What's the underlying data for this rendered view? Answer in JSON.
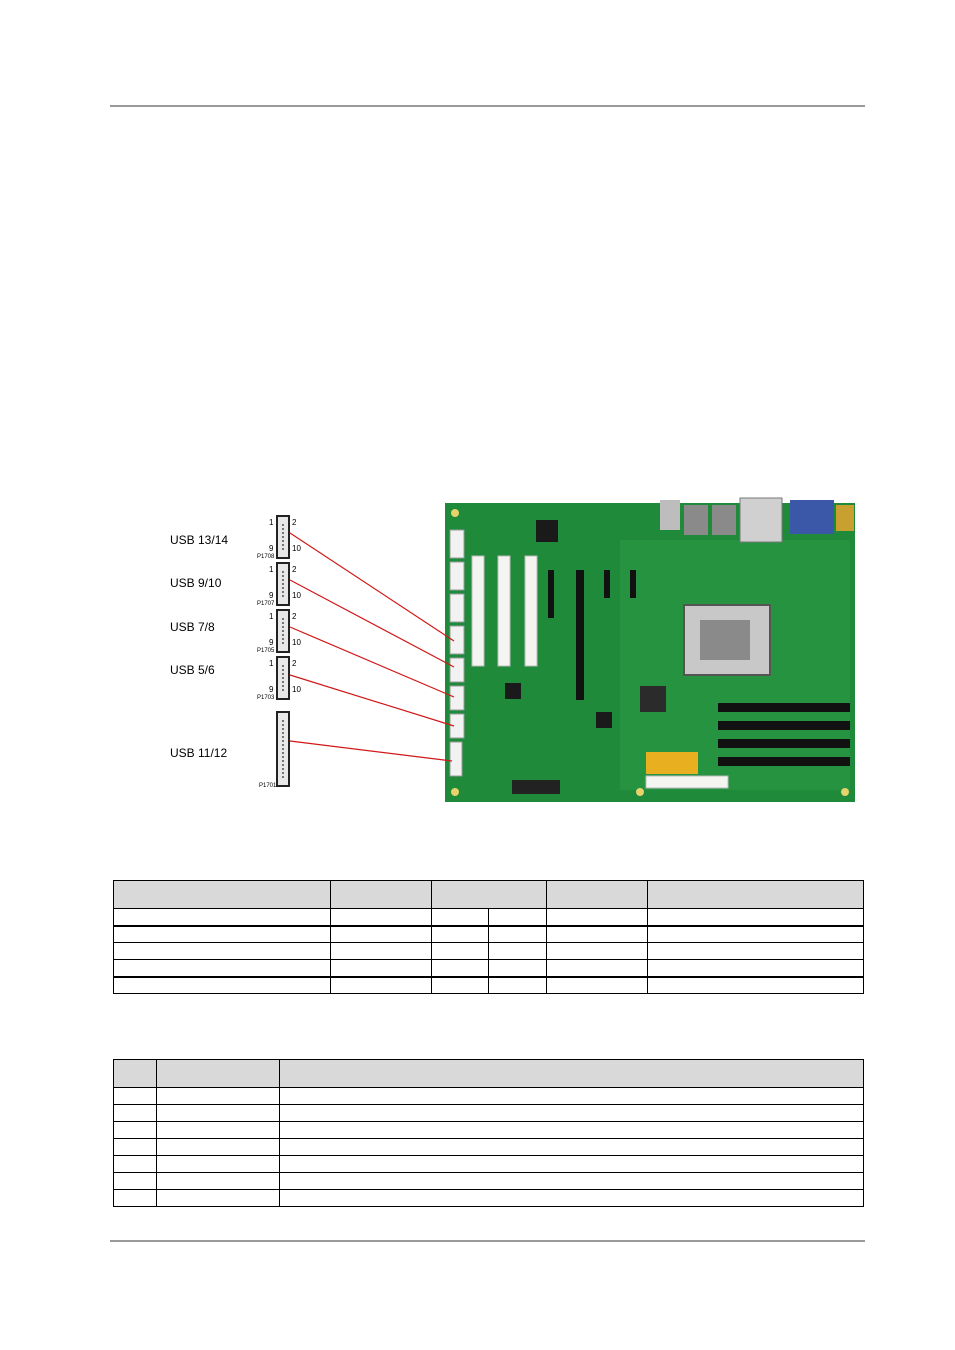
{
  "figure": {
    "headers": [
      {
        "label": "USB 13/14",
        "part": "P1708"
      },
      {
        "label": "USB 9/10",
        "part": "P1707"
      },
      {
        "label": "USB 7/8",
        "part": "P1705"
      },
      {
        "label": "USB 5/6",
        "part": "P1703"
      },
      {
        "label": "USB 11/12",
        "part": "P1701"
      }
    ],
    "pin_labels": {
      "p1": "1",
      "p2": "2",
      "p9": "9",
      "p10": "10"
    }
  },
  "colors": {
    "board": "#1f8a3a",
    "leader": "#d01818",
    "header_fill": "#d9d9d9"
  }
}
